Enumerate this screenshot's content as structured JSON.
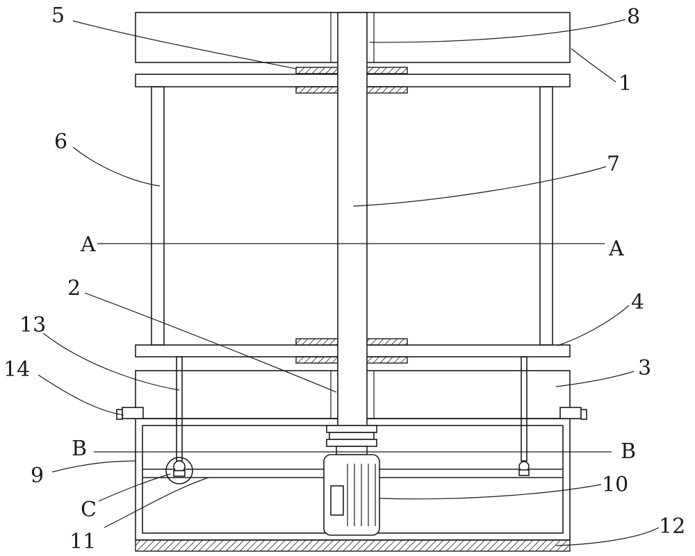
{
  "figure": {
    "part_labels": [
      "1",
      "2",
      "3",
      "4",
      "5",
      "6",
      "7",
      "8",
      "9",
      "10",
      "11",
      "12",
      "13",
      "14"
    ],
    "section_labels": {
      "a_left": "A",
      "a_right": "A",
      "b_left": "B",
      "b_right": "B",
      "detail": "C"
    }
  }
}
